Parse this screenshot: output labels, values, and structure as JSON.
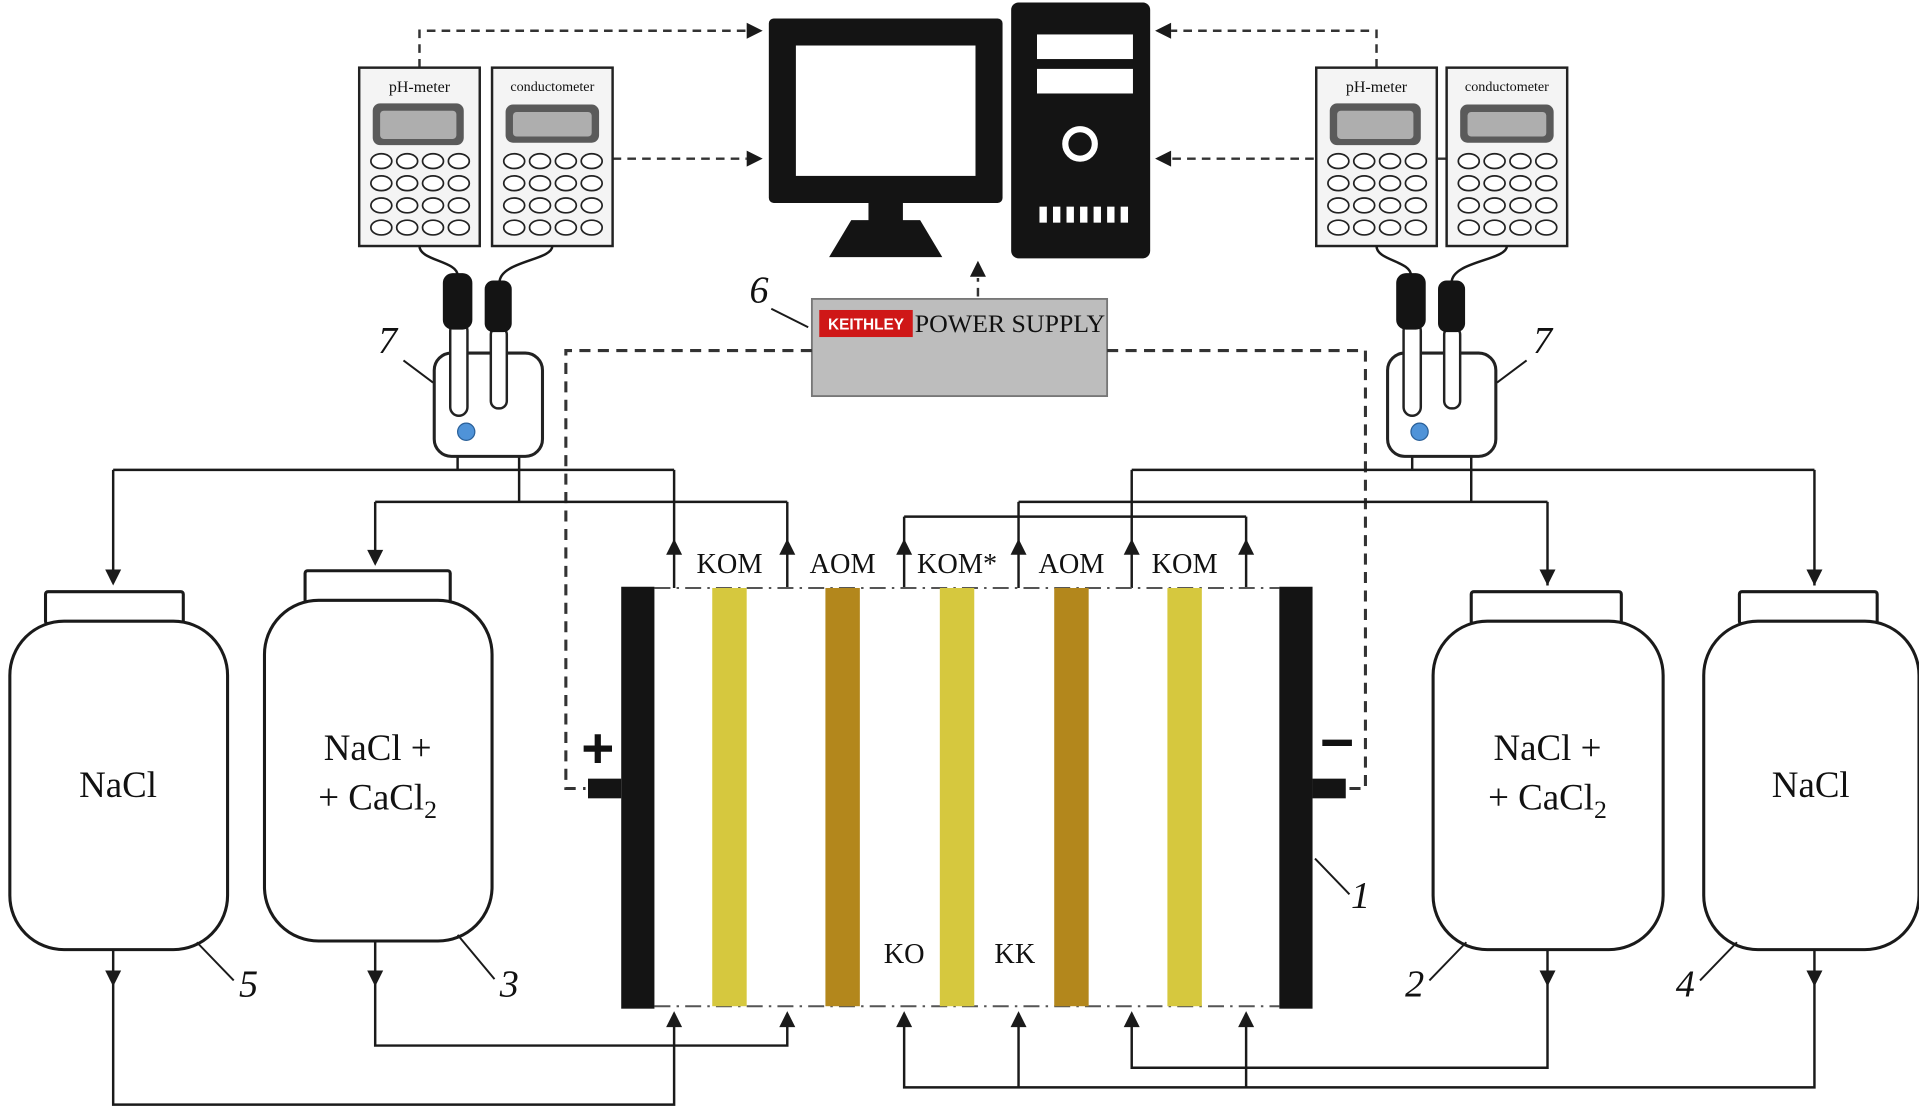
{
  "devices": {
    "ph_meter_label": "pH-meter",
    "conductometer_label": "conductometer"
  },
  "power_supply": {
    "brand": "KEITHLEY",
    "name": "POWER SUPPLY"
  },
  "cell": {
    "membranes": [
      "KOM",
      "AOM",
      "KOM*",
      "AOM",
      "KOM"
    ],
    "compartment_ko": "KO",
    "compartment_kk": "KK",
    "anode_sign": "+",
    "cathode_sign": "−"
  },
  "bottles": {
    "left_outer": {
      "label": "NaCl"
    },
    "left_inner": {
      "line1": "NaCl +",
      "line2": "+ CaCl",
      "sub": "2"
    },
    "right_inner": {
      "line1": "NaCl +",
      "line2": "+ CaCl",
      "sub": "2"
    },
    "right_outer": {
      "label": "NaCl"
    }
  },
  "callouts": {
    "cell": "1",
    "right_inner_bottle": "2",
    "left_inner_bottle": "3",
    "right_outer_bottle": "4",
    "left_outer_bottle": "5",
    "power_supply": "6",
    "left_probe_cell": "7",
    "right_probe_cell": "7"
  },
  "colors": {
    "cation_membrane": "#d6c83e",
    "anion_membrane": "#b3871c",
    "keithley_red": "#cf1717",
    "probe_dot_blue": "#4f93d8",
    "power_supply_gray": "#bdbdbd"
  }
}
